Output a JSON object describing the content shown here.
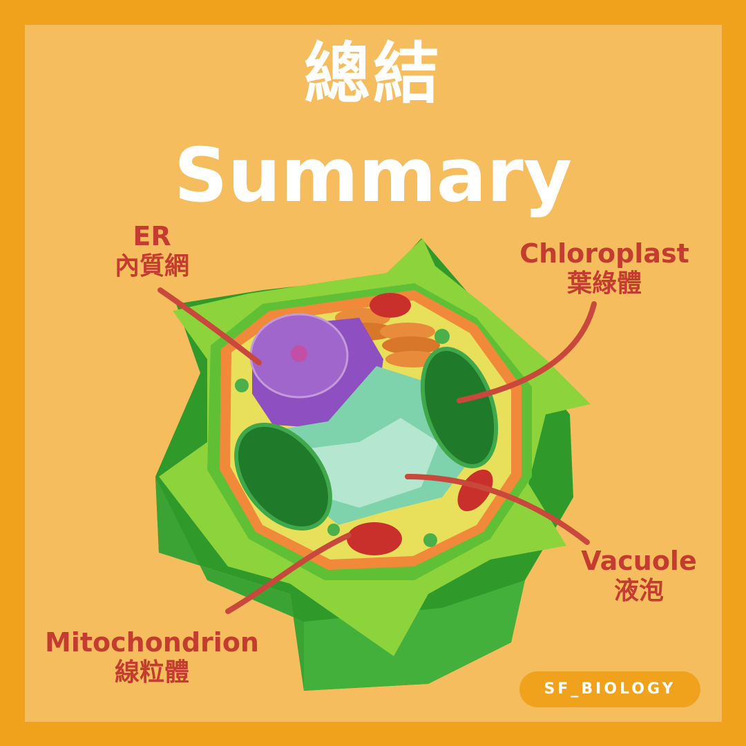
{
  "title": {
    "zh": "總結",
    "en": "Summary"
  },
  "labels": {
    "er": {
      "en": "ER",
      "zh": "內質網"
    },
    "chloroplast": {
      "en": "Chloroplast",
      "zh": "葉綠體"
    },
    "vacuole": {
      "en": "Vacuole",
      "zh": "液泡"
    },
    "mitochondrion": {
      "en": "Mitochondrion",
      "zh": "線粒體"
    }
  },
  "badge": "SF_BIOLOGY",
  "colors": {
    "border": "#f0a21c",
    "background": "#f5bd5e",
    "label": "#c43c30",
    "title": "#ffffff"
  }
}
